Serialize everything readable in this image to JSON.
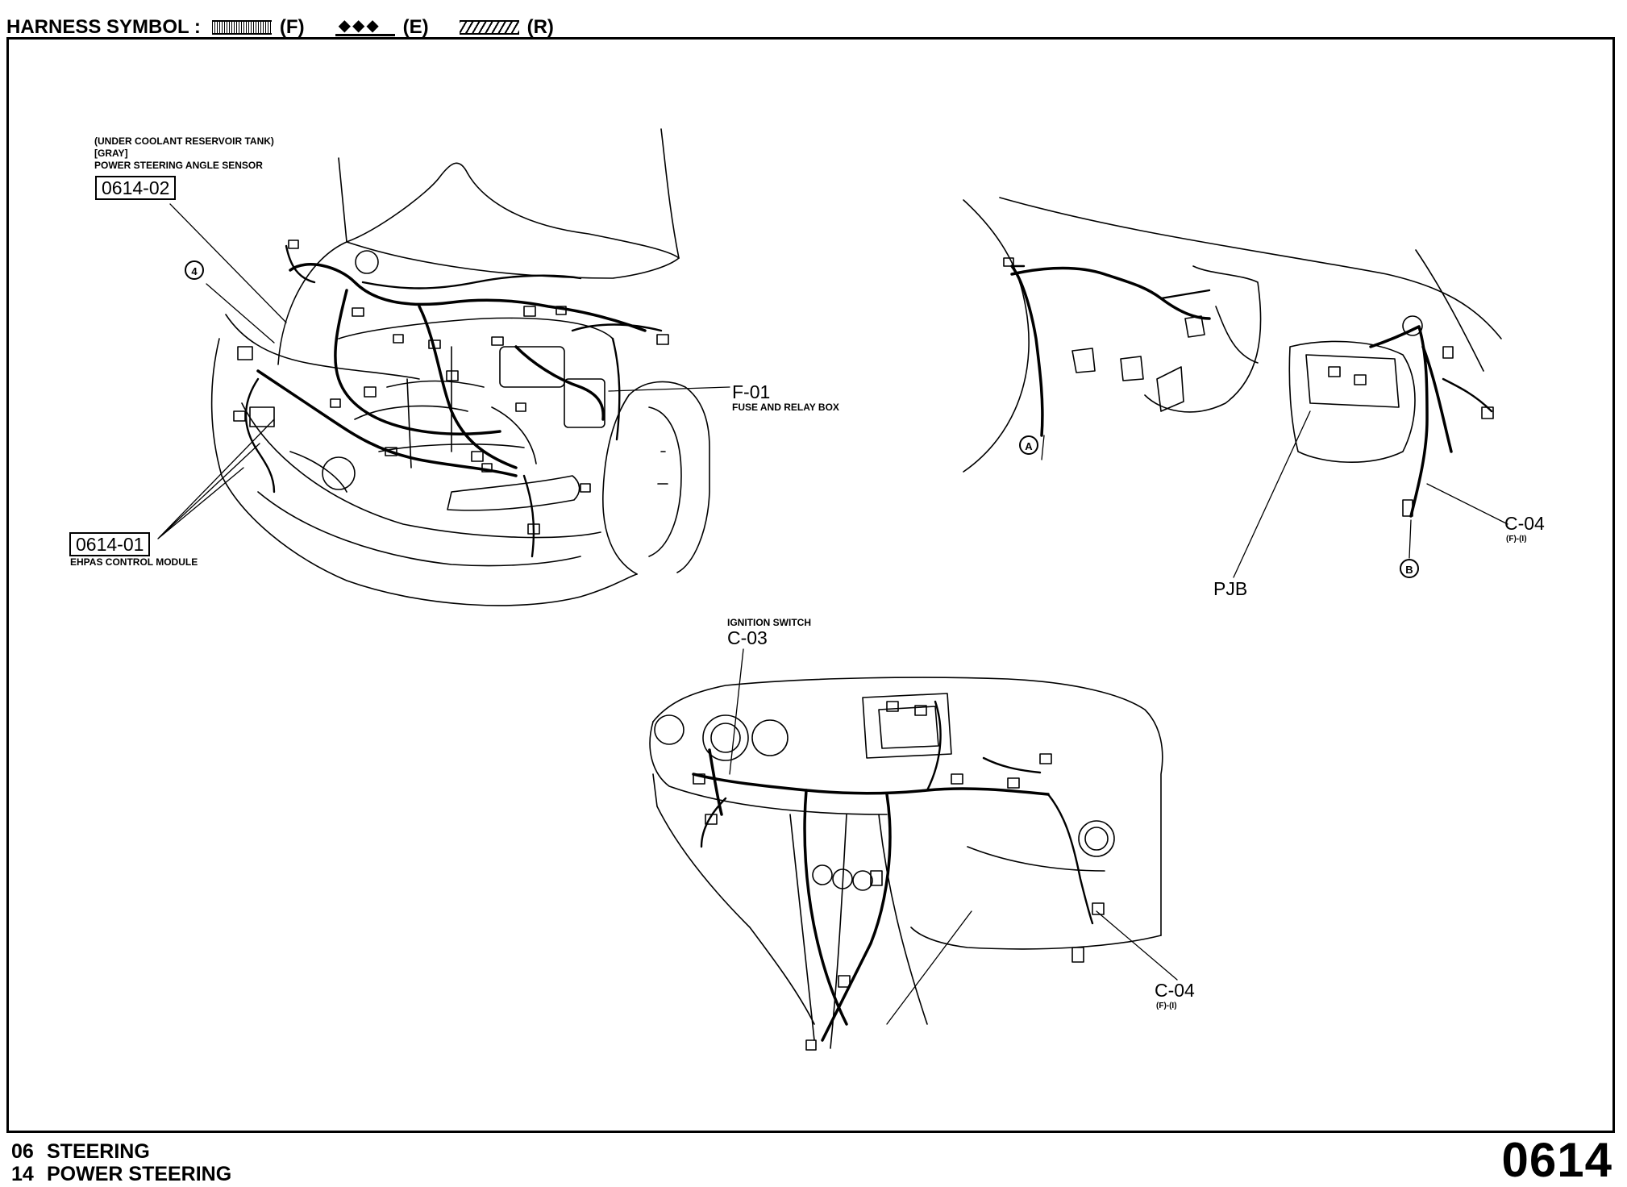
{
  "header": {
    "harness_symbol_label": "HARNESS SYMBOL :",
    "symbols": [
      {
        "code": "(F)",
        "pattern": "dotted"
      },
      {
        "code": "(E)",
        "pattern": "diamonds",
        "glyph": "◆◆◆"
      },
      {
        "code": "(R)",
        "pattern": "hatched"
      }
    ]
  },
  "engine_view": {
    "sensor_note_1": "(UNDER COOLANT RESERVOIR TANK)",
    "sensor_note_2": "[GRAY]",
    "sensor_note_3": "POWER STEERING ANGLE SENSOR",
    "sensor_code": "0614-02",
    "callout_number": "4",
    "module_code": "0614-01",
    "module_name": "EHPAS CONTROL MODULE",
    "fuse_box_code": "F-01",
    "fuse_box_name": "FUSE AND RELAY BOX"
  },
  "cabin_view": {
    "marker_a": "A",
    "marker_b": "B",
    "pjb_label": "PJB",
    "connector_code": "C-04",
    "connector_sub": "(F)-(I)"
  },
  "dash_view": {
    "ignition_name": "IGNITION SWITCH",
    "ignition_code": "C-03",
    "connector_code": "C-04",
    "connector_sub": "(F)-(I)"
  },
  "footer": {
    "line1_num": "06",
    "line1_text": "STEERING",
    "line2_num": "14",
    "line2_text": "POWER STEERING",
    "page_number": "0614"
  }
}
